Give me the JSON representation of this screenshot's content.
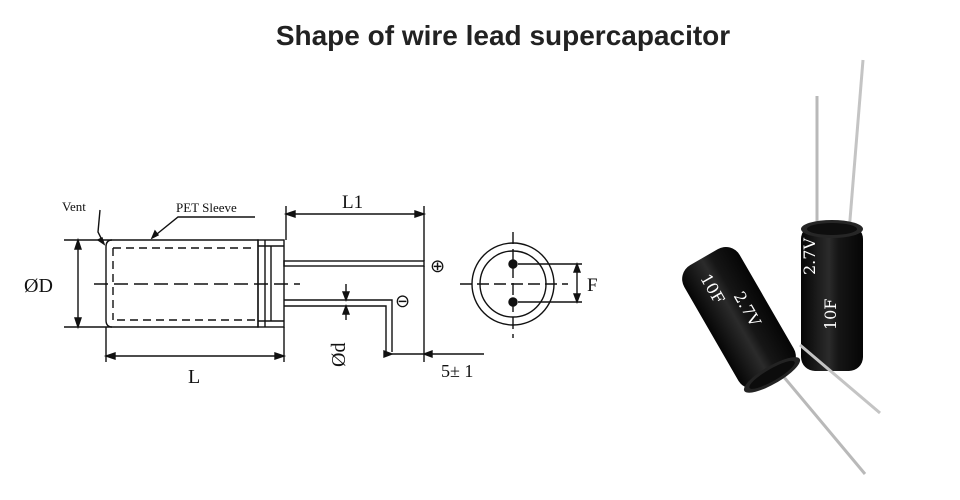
{
  "title": "Shape of wire lead supercapacitor",
  "diagram": {
    "labels": {
      "vent": "Vent",
      "sleeve": "PET Sleeve",
      "l1": "L1",
      "od": "ØD",
      "l": "L",
      "od_lead": "Ød",
      "pitch": "5± 1",
      "f": "F",
      "plus": "⊕",
      "minus": "⊖"
    }
  },
  "photo": {
    "capacitors": [
      {
        "voltage": "2.7V",
        "capacitance": "10F"
      },
      {
        "voltage": "2.7V",
        "capacitance": "10F"
      }
    ]
  },
  "colors": {
    "line": "#111111",
    "body": "#141414",
    "lead": "#b9b9b9"
  }
}
